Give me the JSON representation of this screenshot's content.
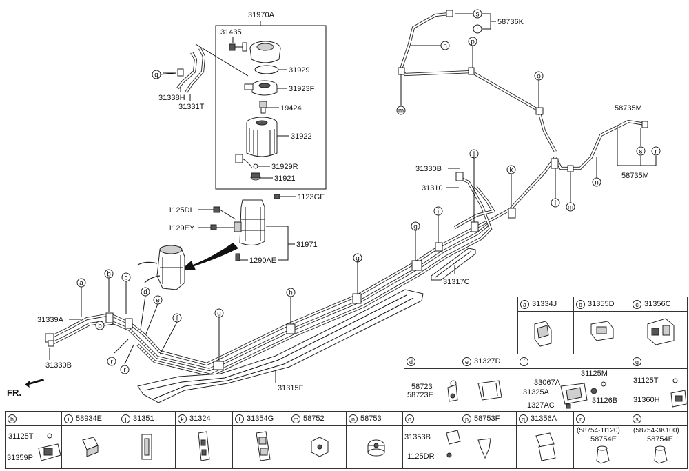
{
  "main_labels": {
    "l31970A": "31970A",
    "l31435": "31435",
    "l31929": "31929",
    "l31923F": "31923F",
    "l19424": "19424",
    "l31922": "31922",
    "l31929R": "31929R",
    "l31921": "31921",
    "l1125DL": "1125DL",
    "l1123GF": "1123GF",
    "l1129EY": "1129EY",
    "l31971": "31971",
    "l1290AE": "1290AE",
    "l31338H": "31338H",
    "l31331T": "31331T",
    "l58736K": "58736K",
    "l58735M_top": "58735M",
    "l58735M_bot": "58735M",
    "l31330B_top": "31330B",
    "l31310": "31310",
    "l31317C": "31317C",
    "l31339A": "31339A",
    "l31330B_left": "31330B",
    "l31315F": "31315F",
    "fr": "FR."
  },
  "refs": {
    "a": "a",
    "b": "b",
    "c": "c",
    "d": "d",
    "e": "e",
    "f": "f",
    "g": "g",
    "h": "h",
    "i": "i",
    "j": "j",
    "k": "k",
    "l": "l",
    "m": "m",
    "n": "n",
    "o": "o",
    "p": "p",
    "q": "q",
    "r": "r",
    "s": "s"
  },
  "legend": {
    "a": {
      "letter": "a",
      "part": "31334J"
    },
    "b": {
      "letter": "b",
      "part": "31355D"
    },
    "c": {
      "letter": "c",
      "part": "31356C"
    },
    "d": {
      "letter": "d",
      "sub1": "58723",
      "sub2": "58723E"
    },
    "e": {
      "letter": "e",
      "part": "31327D"
    },
    "f": {
      "letter": "f",
      "sub1": "31125M",
      "sub2": "33067A",
      "sub3": "31325A",
      "sub4": "31126B",
      "sub5": "1327AC"
    },
    "g": {
      "letter": "g",
      "sub1": "31125T",
      "sub2": "31360H"
    },
    "h": {
      "letter": "h",
      "sub1": "31125T",
      "sub2": "31359P"
    },
    "i": {
      "letter": "i",
      "part": "58934E"
    },
    "j": {
      "letter": "j",
      "part": "31351"
    },
    "k": {
      "letter": "k",
      "part": "31324"
    },
    "l": {
      "letter": "l",
      "part": "31354G"
    },
    "m": {
      "letter": "m",
      "part": "58752"
    },
    "n": {
      "letter": "n",
      "part": "58753"
    },
    "o": {
      "letter": "o",
      "sub1": "31353B",
      "sub2": "1125DR"
    },
    "p": {
      "letter": "p",
      "part": "58753F"
    },
    "q": {
      "letter": "q",
      "part": "31356A"
    },
    "r": {
      "letter": "r",
      "note": "(58754-1I120)",
      "part": "58754E"
    },
    "s": {
      "letter": "s",
      "note": "(58754-3K100)",
      "part": "58754E"
    }
  }
}
